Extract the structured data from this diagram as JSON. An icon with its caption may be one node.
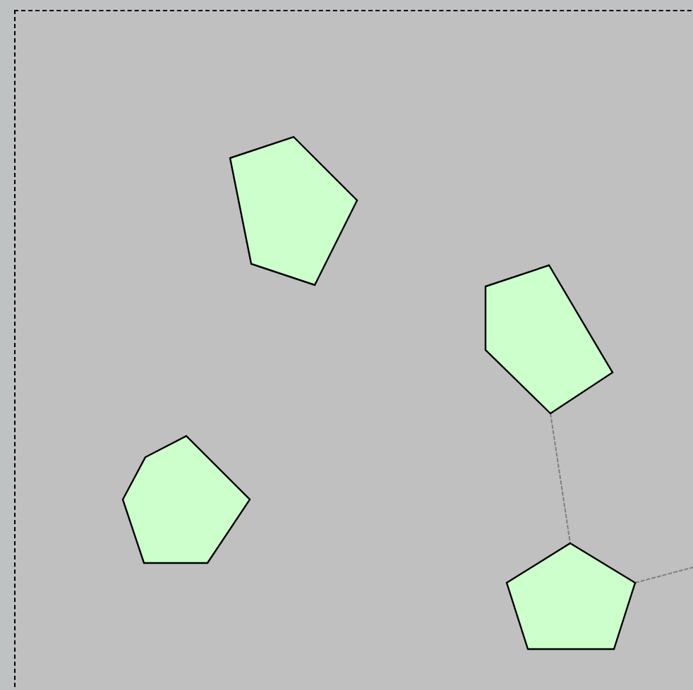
{
  "diagram": {
    "nodes": [
      {
        "text": [],
        "shape": "pentagon"
      },
      {
        "text": [],
        "shape": "pentagon"
      },
      {
        "text": [],
        "shape": "hexagon"
      },
      {
        "text": [],
        "shape": "pentagon"
      }
    ],
    "edges": [
      {
        "from": 1,
        "to": 3,
        "arrow": "none"
      },
      {
        "from": 3,
        "to": null,
        "arrow": "none"
      }
    ]
  }
}
